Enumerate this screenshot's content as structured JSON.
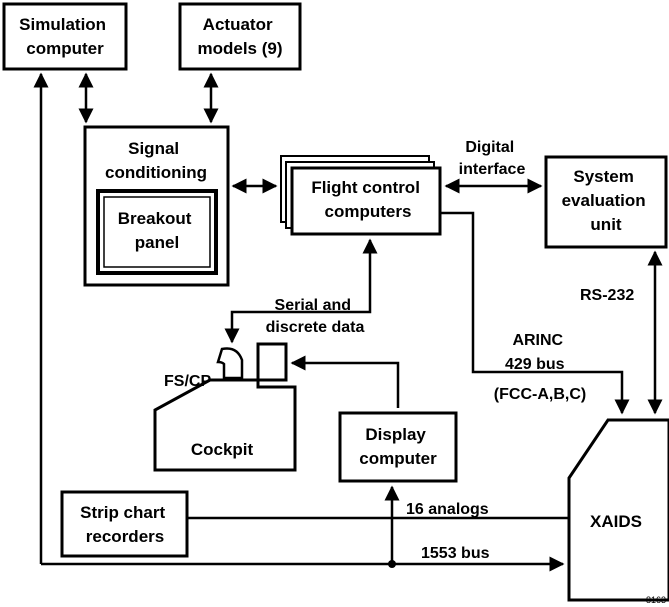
{
  "blocks": {
    "simulation_computer": [
      "Simulation",
      "computer"
    ],
    "actuator_models": [
      "Actuator",
      "models (9)"
    ],
    "signal_conditioning": [
      "Signal",
      "conditioning"
    ],
    "breakout_panel": [
      "Breakout",
      "panel"
    ],
    "flight_control_computers": [
      "Flight control",
      "computers"
    ],
    "system_evaluation_unit": [
      "System",
      "evaluation",
      "unit"
    ],
    "cockpit": "Cockpit",
    "display_computer": [
      "Display",
      "computer"
    ],
    "strip_chart_recorders": [
      "Strip chart",
      "recorders"
    ],
    "xaids": "XAIDS"
  },
  "connections": {
    "digital_interface": [
      "Digital",
      "interface"
    ],
    "rs232": "RS-232",
    "serial_discrete": [
      "Serial and",
      "discrete data"
    ],
    "arinc": [
      "ARINC",
      "429 bus",
      "(FCC-A,B,C)"
    ],
    "fscp": "FS/CP",
    "analogs": "16 analogs",
    "bus_1553": "1553 bus"
  },
  "figure_number": "8163"
}
